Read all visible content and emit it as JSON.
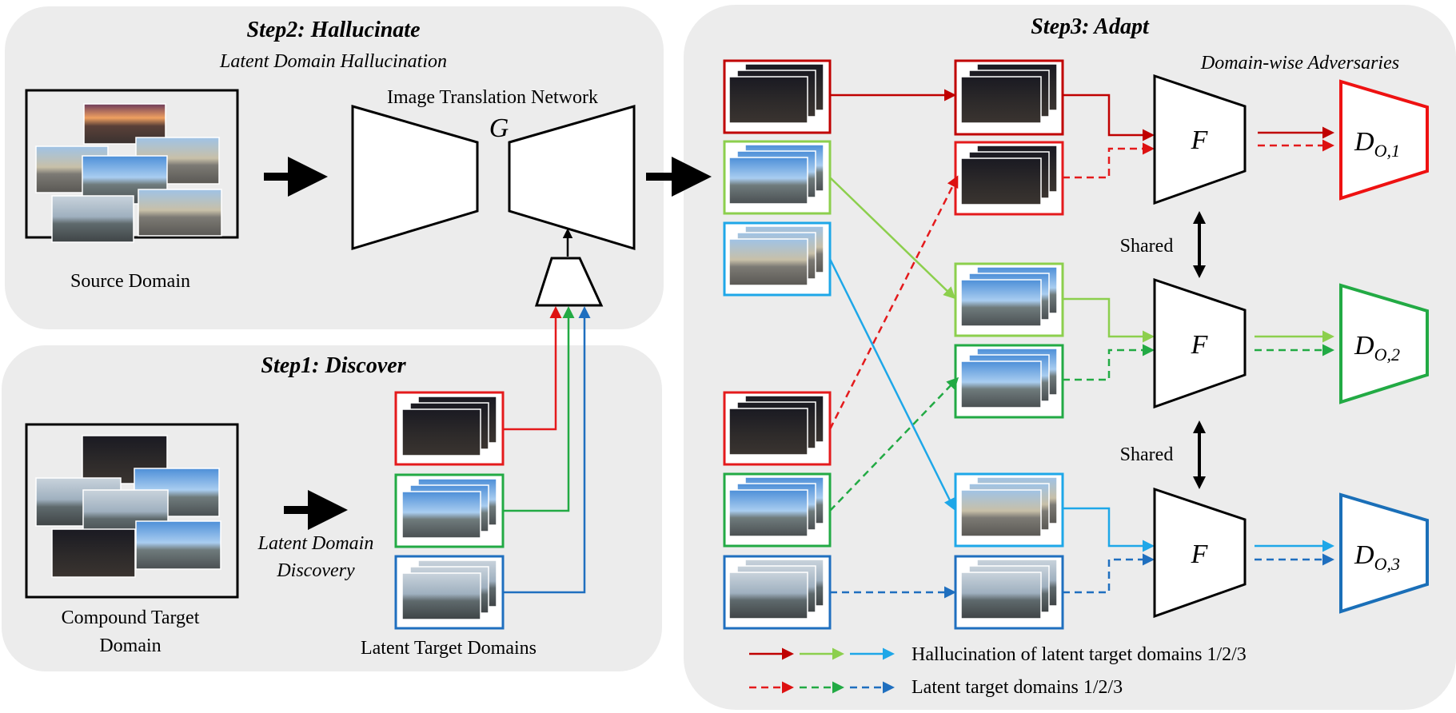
{
  "step1": {
    "title": "Step1: Discover",
    "source_label_line1": "Compound Target",
    "source_label_line2": "Domain",
    "discovery_line1": "Latent Domain",
    "discovery_line2": "Discovery",
    "latent_label": "Latent Target Domains"
  },
  "step2": {
    "title": "Step2: Hallucinate",
    "subtitle": "Latent Domain Hallucination",
    "source_label": "Source Domain",
    "network_label": "Image Translation Network",
    "generator": "G"
  },
  "step3": {
    "title": "Step3: Adapt",
    "adversaries_label": "Domain-wise Adversaries",
    "feature_extractor": "F",
    "shared_label": "Shared",
    "discriminators": [
      {
        "symbol": "D",
        "subscript": "O,1"
      },
      {
        "symbol": "D",
        "subscript": "O,2"
      },
      {
        "symbol": "D",
        "subscript": "O,3"
      }
    ]
  },
  "legend": {
    "solid": "Hallucination of latent target domains 1/2/3",
    "dashed": "Latent target domains 1/2/3"
  },
  "colors": {
    "domain1": "#e41a1c",
    "domain1_dark": "#c00000",
    "domain2": "#22aa44",
    "domain2_light": "#8ccf4d",
    "domain3": "#1f6fbf",
    "domain3_light": "#1ea7e8",
    "panel": "#ececec",
    "disc_red": "#ee1111",
    "disc_green": "#22aa44",
    "disc_blue": "#1a6fb8"
  }
}
